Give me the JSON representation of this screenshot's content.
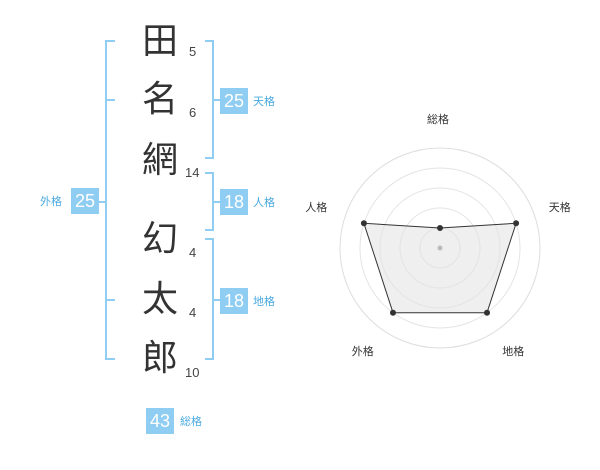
{
  "surname": [
    {
      "char": "田",
      "strokes": "5"
    },
    {
      "char": "名",
      "strokes": "6"
    },
    {
      "char": "網",
      "strokes": "14"
    }
  ],
  "given_name": [
    {
      "char": "幻",
      "strokes": "4"
    },
    {
      "char": "太",
      "strokes": "4"
    },
    {
      "char": "郎",
      "strokes": "10"
    }
  ],
  "fortunes": {
    "tenkaku": {
      "value": "25",
      "label": "天格"
    },
    "jinkaku": {
      "value": "18",
      "label": "人格"
    },
    "chikaku": {
      "value": "18",
      "label": "地格"
    },
    "gaikaku": {
      "value": "25",
      "label": "外格"
    },
    "soukaku": {
      "value": "43",
      "label": "総格"
    }
  },
  "colors": {
    "bracket": "#8fcdf2",
    "badge": "#8fcdf2",
    "label": "#4aa9e0",
    "polygon": "#f0f0f0"
  },
  "chart_data": {
    "type": "radar",
    "axes": [
      "総格",
      "天格",
      "地格",
      "外格",
      "人格"
    ],
    "values": [
      1,
      4,
      4,
      4,
      4
    ],
    "max": 5
  }
}
